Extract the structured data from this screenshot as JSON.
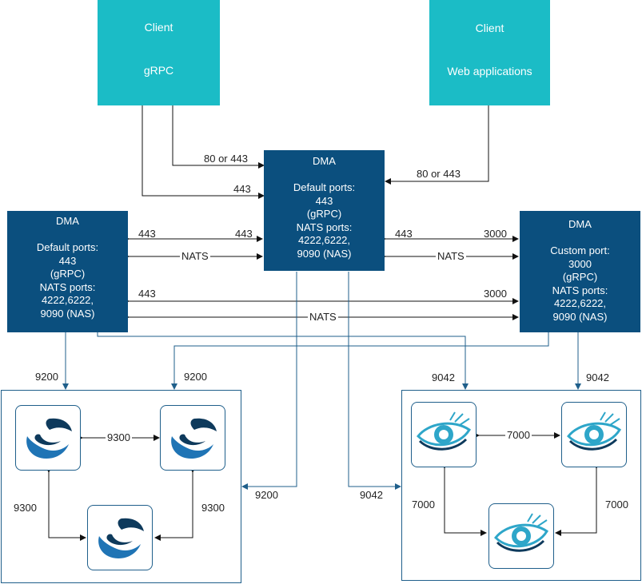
{
  "clients": {
    "grpc": {
      "title": "Client",
      "subtitle": "gRPC"
    },
    "web": {
      "title": "Client",
      "subtitle": "Web applications"
    }
  },
  "dma_center": {
    "lines": [
      "DMA",
      "",
      "Default ports:",
      "443",
      "(gRPC)",
      "NATS ports:",
      "4222,6222,",
      "9090 (NAS)"
    ]
  },
  "dma_left": {
    "lines": [
      "DMA",
      "",
      "Default ports:",
      "443",
      "(gRPC)",
      "NATS ports:",
      "4222,6222,",
      "9090 (NAS)"
    ]
  },
  "dma_right": {
    "lines": [
      "DMA",
      "",
      "Custom port:",
      "3000",
      "(gRPC)",
      "NATS ports:",
      "4222,6222,",
      "9090 (NAS)"
    ]
  },
  "labels": {
    "grpc_to_center_a": "80 or 443",
    "grpc_to_center_b": "443",
    "web_to_center": "80 or 443",
    "left_center_443_l": "443",
    "left_center_443_r": "443",
    "left_center_nats": "NATS",
    "center_right_443": "443",
    "center_right_3000": "3000",
    "center_right_nats": "NATS",
    "left_right_443": "443",
    "left_right_3000": "3000",
    "left_right_nats": "NATS",
    "left_to_s1": "9200",
    "right_to_s2": "9200",
    "center_to_search_cluster": "9200",
    "center_to_cass_cluster": "9042",
    "left_to_c1": "9042",
    "right_to_c2": "9042",
    "s1_s2": "9300",
    "s1_s3": "9300",
    "s2_s3": "9300",
    "c1_c2": "7000",
    "c1_c3": "7000",
    "c2_c3": "7000"
  },
  "icons": {
    "search_node": "opensearch-logo-icon",
    "cassandra_node": "cassandra-eye-icon"
  },
  "colors": {
    "client": "#1bbcc6",
    "dma": "#0b4f7e",
    "wire_dark": "#111111",
    "wire_blue": "#1f5f8b",
    "opensearch_dark": "#0e3a5c",
    "opensearch_light": "#1f74b5",
    "cassandra_blue": "#2ea6c9"
  }
}
